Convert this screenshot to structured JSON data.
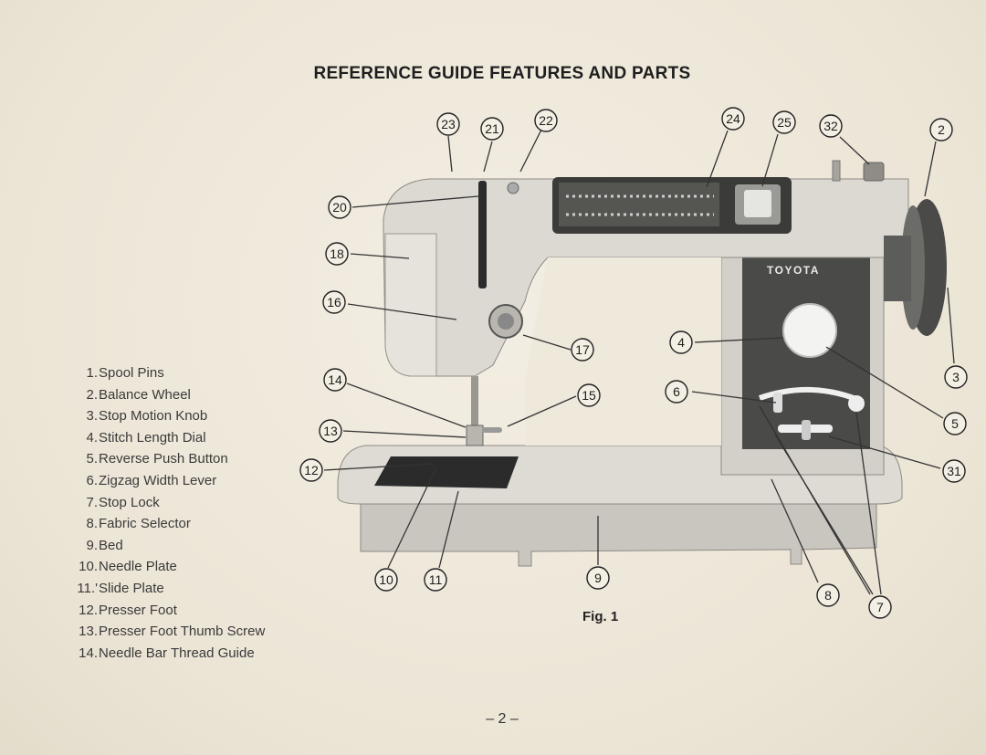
{
  "title": "REFERENCE GUIDE FEATURES AND PARTS",
  "parts": [
    {
      "num": "1.",
      "label": "Spool Pins"
    },
    {
      "num": "2.",
      "label": "Balance Wheel"
    },
    {
      "num": "3.",
      "label": "Stop Motion Knob"
    },
    {
      "num": "4.",
      "label": "Stitch Length Dial"
    },
    {
      "num": "5.",
      "label": "Reverse Push Button"
    },
    {
      "num": "6.",
      "label": "Zigzag Width Lever"
    },
    {
      "num": "7.",
      "label": "Stop Lock"
    },
    {
      "num": "8.",
      "label": "Fabric Selector"
    },
    {
      "num": "9.",
      "label": "Bed"
    },
    {
      "num": "10.",
      "label": "Needle Plate"
    },
    {
      "num": "11.'",
      "label": "Slide Plate"
    },
    {
      "num": "12.",
      "label": "Presser Foot"
    },
    {
      "num": "13.",
      "label": "Presser Foot Thumb Screw"
    },
    {
      "num": "14.",
      "label": "Needle Bar Thread Guide"
    }
  ],
  "callouts": [
    "23",
    "21",
    "22",
    "24",
    "25",
    "32",
    "2",
    "20",
    "18",
    "16",
    "17",
    "4",
    "3",
    "14",
    "15",
    "6",
    "5",
    "13",
    "12",
    "31",
    "10",
    "11",
    "9",
    "8",
    "7"
  ],
  "brand": "TOYOTA",
  "figure_label": "Fig. 1",
  "page_number": "– 2 –"
}
